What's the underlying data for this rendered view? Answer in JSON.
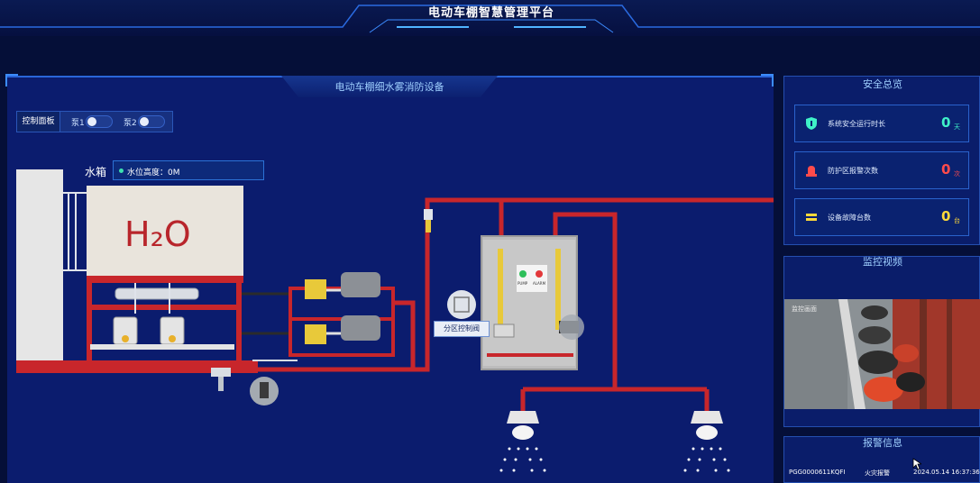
{
  "header": {
    "title": "电动车棚智慧管理平台"
  },
  "main": {
    "title": "电动车棚细水雾消防设备",
    "control": {
      "label": "控制面板",
      "pumps": [
        {
          "label": "泵1"
        },
        {
          "label": "泵2"
        }
      ]
    },
    "tank": {
      "label": "水箱",
      "level": "水位高度：0M",
      "tank_text": "H₂O"
    },
    "valve_label": "分区控制阀",
    "indicator_labels": [
      "PUMP",
      "ALARM"
    ]
  },
  "safety": {
    "title": "安全总览",
    "stats": [
      {
        "label": "系统安全运行时长",
        "value": "0",
        "unit": "天",
        "color": "#3ff1c8",
        "icon": "shield-icon"
      },
      {
        "label": "防护区报警次数",
        "value": "0",
        "unit": "次",
        "color": "#ff4b4b",
        "icon": "alarm-icon"
      },
      {
        "label": "设备故障台数",
        "value": "0",
        "unit": "台",
        "color": "#ffd93a",
        "icon": "fault-icon"
      }
    ]
  },
  "video": {
    "title": "监控视频",
    "camera_label": "监控画面"
  },
  "alarms": {
    "title": "报警信息",
    "rows": [
      {
        "id": "PGG0000611KQFI",
        "type": "火灾报警",
        "time": "2024.05.14 16:37:36"
      }
    ]
  },
  "colors": {
    "pipe": "#c8262b",
    "accent": "#2a66d9",
    "panel": "#0b1c6e"
  }
}
